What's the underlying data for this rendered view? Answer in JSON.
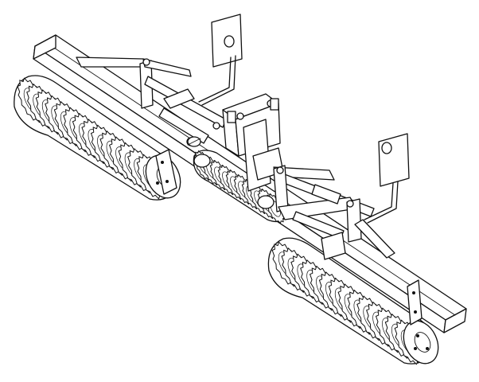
{
  "figure": {
    "subject": "rolling-harrow",
    "line_color": "#111111",
    "background_color": "#ffffff",
    "parts": [
      "frame-beam",
      "left-roller",
      "center-roller",
      "right-roller",
      "three-point-hitch",
      "left-hitch-plate",
      "right-hitch-plate",
      "linkage-arms",
      "pivot-brackets"
    ],
    "rollers": {
      "left": {
        "ring_count": 14
      },
      "center": {
        "ring_count": 10
      },
      "right": {
        "ring_count": 14
      }
    }
  }
}
